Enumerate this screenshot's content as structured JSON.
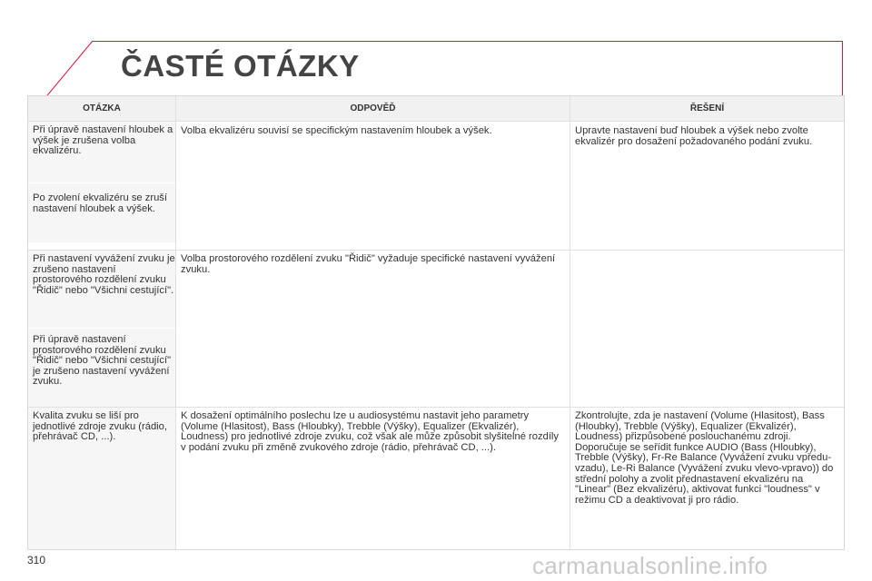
{
  "title": "ČASTÉ OTÁZKY",
  "table": {
    "headers": [
      "OTÁZKA",
      "ODPOVĚĎ",
      "ŘEŠENÍ"
    ],
    "rows": [
      {
        "question": "Při úpravě nastavení hloubek a výšek je zrušena volba ekvalizéru.",
        "answer": "Volba ekvalizéru souvisí se specifickým nastavením hloubek a výšek.",
        "solution": "Upravte nastavení buď hloubek a výšek nebo zvolte ekvalizér pro dosažení požadovaného podání zvuku."
      },
      {
        "question": "Po zvolení ekvalizéru se zruší nastavení hloubek a výšek."
      },
      {
        "question": "Při nastavení vyvážení zvuku je zrušeno nastavení prostorového rozdělení zvuku \"Řidič\" nebo \"Všichni cestující\".",
        "answer": "Volba prostorového rozdělení zvuku \"Řidič\" vyžaduje specifické nastavení vyvážení zvuku.",
        "solution": ""
      },
      {
        "question": "Při úpravě nastavení prostorového rozdělení zvuku \"Řidič\" nebo \"Všichni cestující\" je zrušeno nastavení vyvážení zvuku."
      },
      {
        "question": "Kvalita zvuku se liší pro jednotlivé zdroje zvuku (rádio, přehrávač CD, ...).",
        "answer": "K dosažení optimálního poslechu lze u audiosystému nastavit jeho parametry (Volume (Hlasitost), Bass (Hloubky), Trebble (Výšky), Equalizer (Ekvalizér), Loudness) pro jednotlivé zdroje zvuku, což však ale může způsobit slyšitelné rozdíly v podání zvuku při změně zvukového zdroje (rádio, přehrávač CD, ...).",
        "solution": "Zkontrolujte, zda je nastavení (Volume (Hlasitost), Bass (Hloubky), Trebble (Výšky), Equalizer (Ekvalizér), Loudness) přizpůsobené poslouchanému zdroji. Doporučuje se seřídit funkce AUDIO (Bass (Hloubky), Trebble (Výšky), Fr-Re Balance (Vyvážení zvuku vpředu-vzadu), Le-Ri Balance (Vyvážení zvuku vlevo-vpravo)) do střední polohy a zvolit přednastavení ekvalizéru na \"Linear\" (Bez ekvalizéru), aktivovat funkci \"loudness\" v režimu CD a deaktivovat ji pro rádio."
      }
    ]
  },
  "page_number": "310",
  "watermark": "carmanualsonline.info",
  "colors": {
    "accent": "#e2183a",
    "header_bg": "#f1f1f1",
    "question_bg": "#f6f6f6"
  }
}
